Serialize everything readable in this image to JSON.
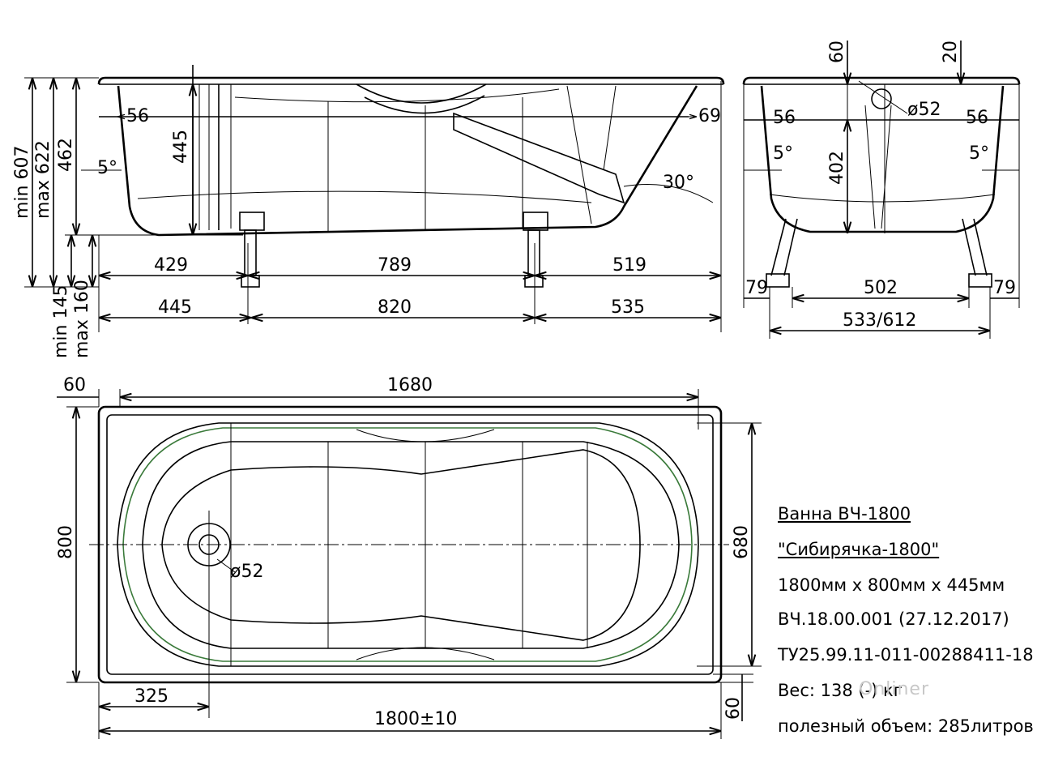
{
  "dimensions": {
    "side_view": {
      "rim_left": "56",
      "rim_right": "69",
      "depth": "445",
      "angle_left": "5°",
      "angle_back": "30°",
      "height_min": "min 607",
      "height_max": "max 622",
      "height_462": "462",
      "top_429": "429",
      "top_789": "789",
      "top_519": "519",
      "bot_445": "445",
      "bot_820": "820",
      "bot_535": "535",
      "legs_min": "min 145",
      "legs_max": "max 160"
    },
    "end_view": {
      "top_60": "60",
      "top_20": "20",
      "drain": "ø52",
      "rim_left": "56",
      "rim_right": "56",
      "angle_left": "5°",
      "angle_right": "5°",
      "depth": "402",
      "leg_left": "79",
      "leg_right": "79",
      "inner": "502",
      "outer": "533/612"
    },
    "plan_view": {
      "left_60": "60",
      "length_1680": "1680",
      "width_800": "800",
      "inner_680": "680",
      "drain": "ø52",
      "drain_325": "325",
      "length_total": "1800±10",
      "bottom_60": "60"
    }
  },
  "spec": {
    "name": "Ванна ВЧ-1800",
    "model": "\"Сибирячка-1800\"",
    "size": "1800мм x 800мм x 445мм",
    "code": "ВЧ.18.00.001 (27.12.2017)",
    "tu": "ТУ25.99.11-011-00288411-18",
    "weight": "Вес: 138 (-) кг",
    "volume": "полезный объем: 285литров"
  },
  "watermark": "Onliner"
}
